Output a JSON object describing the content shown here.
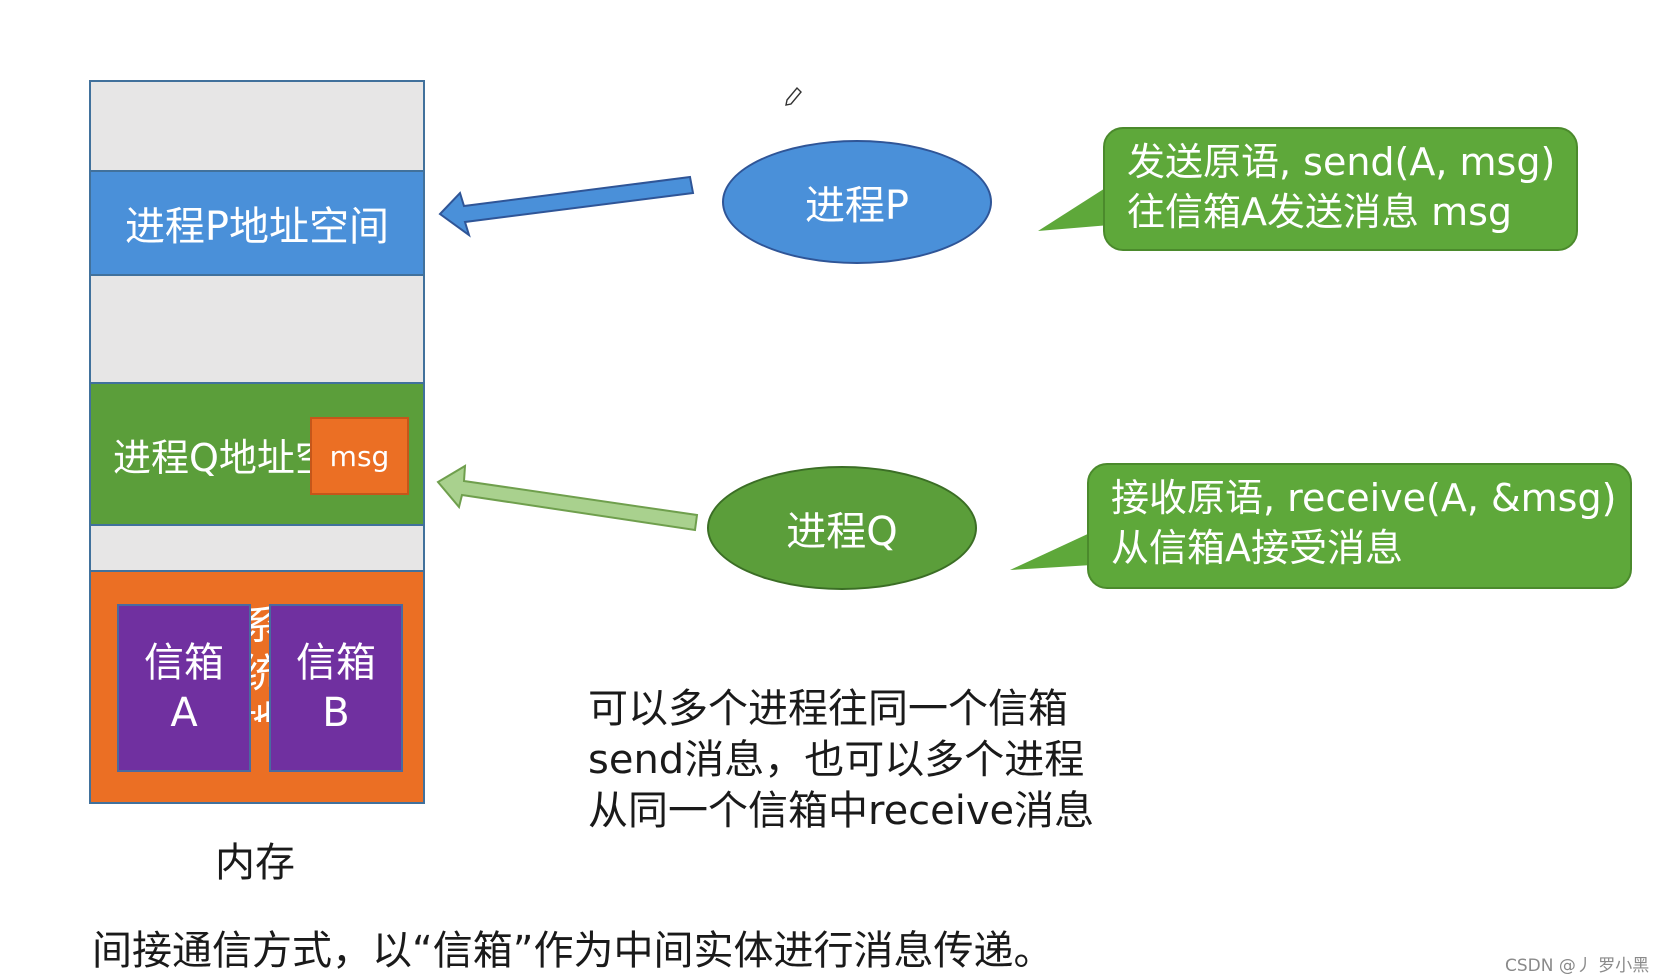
{
  "memory": {
    "process_p_space": "进程P地址空间",
    "process_q_space": "进程Q地址空间",
    "msg_label": "msg",
    "system_space_hidden": "系统地址空间",
    "mailbox_a": {
      "line1": "信箱",
      "line2": "A"
    },
    "mailbox_b": {
      "line1": "信箱",
      "line2": "B"
    },
    "caption": "内存"
  },
  "processes": {
    "p_label": "进程P",
    "q_label": "进程Q"
  },
  "callouts": {
    "send": {
      "line1": "发送原语, send(A, msg)",
      "line2": "往信箱A发送消息 msg"
    },
    "receive": {
      "line1": "接收原语, receive(A, &msg)",
      "line2": "从信箱A接受消息"
    }
  },
  "note": {
    "line1": "可以多个进程往同一个信箱",
    "line2": "send消息，也可以多个进程",
    "line3": "从同一个信箱中receive消息"
  },
  "footer": "间接通信方式，以“信箱”作为中间实体进行消息传递。",
  "watermark": "CSDN @丿 罗小黑",
  "colors": {
    "memory_bg": "#e7e6e6",
    "blue": "#4a90d9",
    "green": "#5b9e3a",
    "orange": "#eb6f24",
    "purple": "#7030a0",
    "callout_green": "#5ea83a",
    "arrow_green": "#a9d18e"
  },
  "icons": [
    "pencil-cursor-icon"
  ]
}
